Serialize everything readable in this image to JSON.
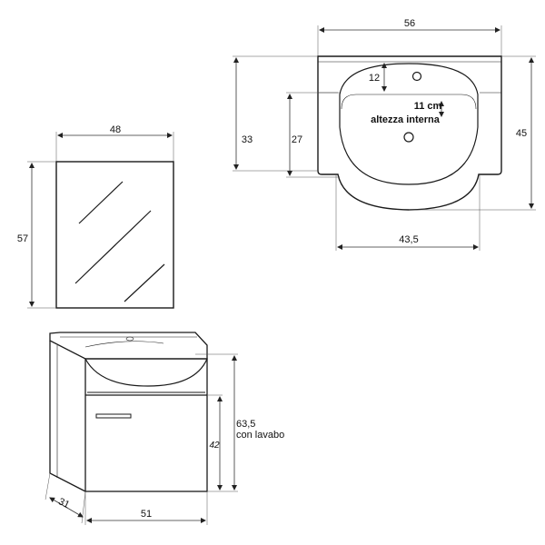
{
  "basin_top_view": {
    "width_label": "56",
    "height_label": "45",
    "outer_depth_label": "33",
    "inner_depth_label": "27",
    "tap_offset_label": "12",
    "bowl_width_label": "43,5",
    "inner_height_value": "11 cm",
    "inner_height_caption": "altezza interna"
  },
  "mirror": {
    "width_label": "48",
    "height_label": "57"
  },
  "cabinet": {
    "width_label": "51",
    "depth_label": "31",
    "door_height_label": "42",
    "total_height_value": "63,5",
    "total_height_caption": "con lavabo"
  }
}
